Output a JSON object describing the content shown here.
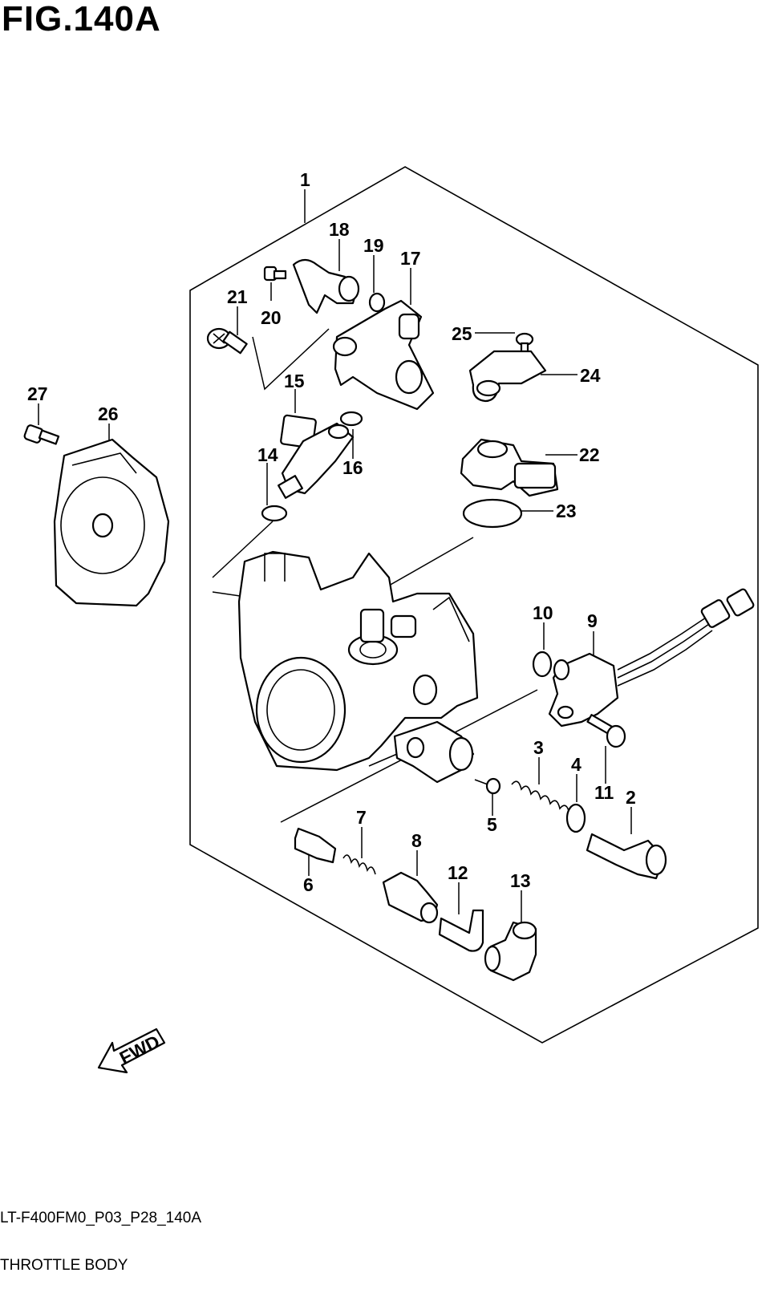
{
  "figure": {
    "title": "FIG.140A",
    "code": "LT-F400FM0_P03_P28_140A",
    "name": "THROTTLE BODY"
  },
  "direction_arrow": {
    "label": "FWD",
    "icon": "fwd-arrow-icon"
  },
  "callouts": [
    {
      "id": "c1",
      "label": "1"
    },
    {
      "id": "c2",
      "label": "2"
    },
    {
      "id": "c3",
      "label": "3"
    },
    {
      "id": "c4",
      "label": "4"
    },
    {
      "id": "c5",
      "label": "5"
    },
    {
      "id": "c6",
      "label": "6"
    },
    {
      "id": "c7",
      "label": "7"
    },
    {
      "id": "c8",
      "label": "8"
    },
    {
      "id": "c9",
      "label": "9"
    },
    {
      "id": "c10",
      "label": "10"
    },
    {
      "id": "c11",
      "label": "11"
    },
    {
      "id": "c12",
      "label": "12"
    },
    {
      "id": "c13",
      "label": "13"
    },
    {
      "id": "c14",
      "label": "14"
    },
    {
      "id": "c15",
      "label": "15"
    },
    {
      "id": "c16",
      "label": "16"
    },
    {
      "id": "c17",
      "label": "17"
    },
    {
      "id": "c18",
      "label": "18"
    },
    {
      "id": "c19",
      "label": "19"
    },
    {
      "id": "c20",
      "label": "20"
    },
    {
      "id": "c21",
      "label": "21"
    },
    {
      "id": "c22",
      "label": "22"
    },
    {
      "id": "c23",
      "label": "23"
    },
    {
      "id": "c24",
      "label": "24"
    },
    {
      "id": "c25",
      "label": "25"
    },
    {
      "id": "c26",
      "label": "26"
    },
    {
      "id": "c27",
      "label": "27"
    }
  ]
}
